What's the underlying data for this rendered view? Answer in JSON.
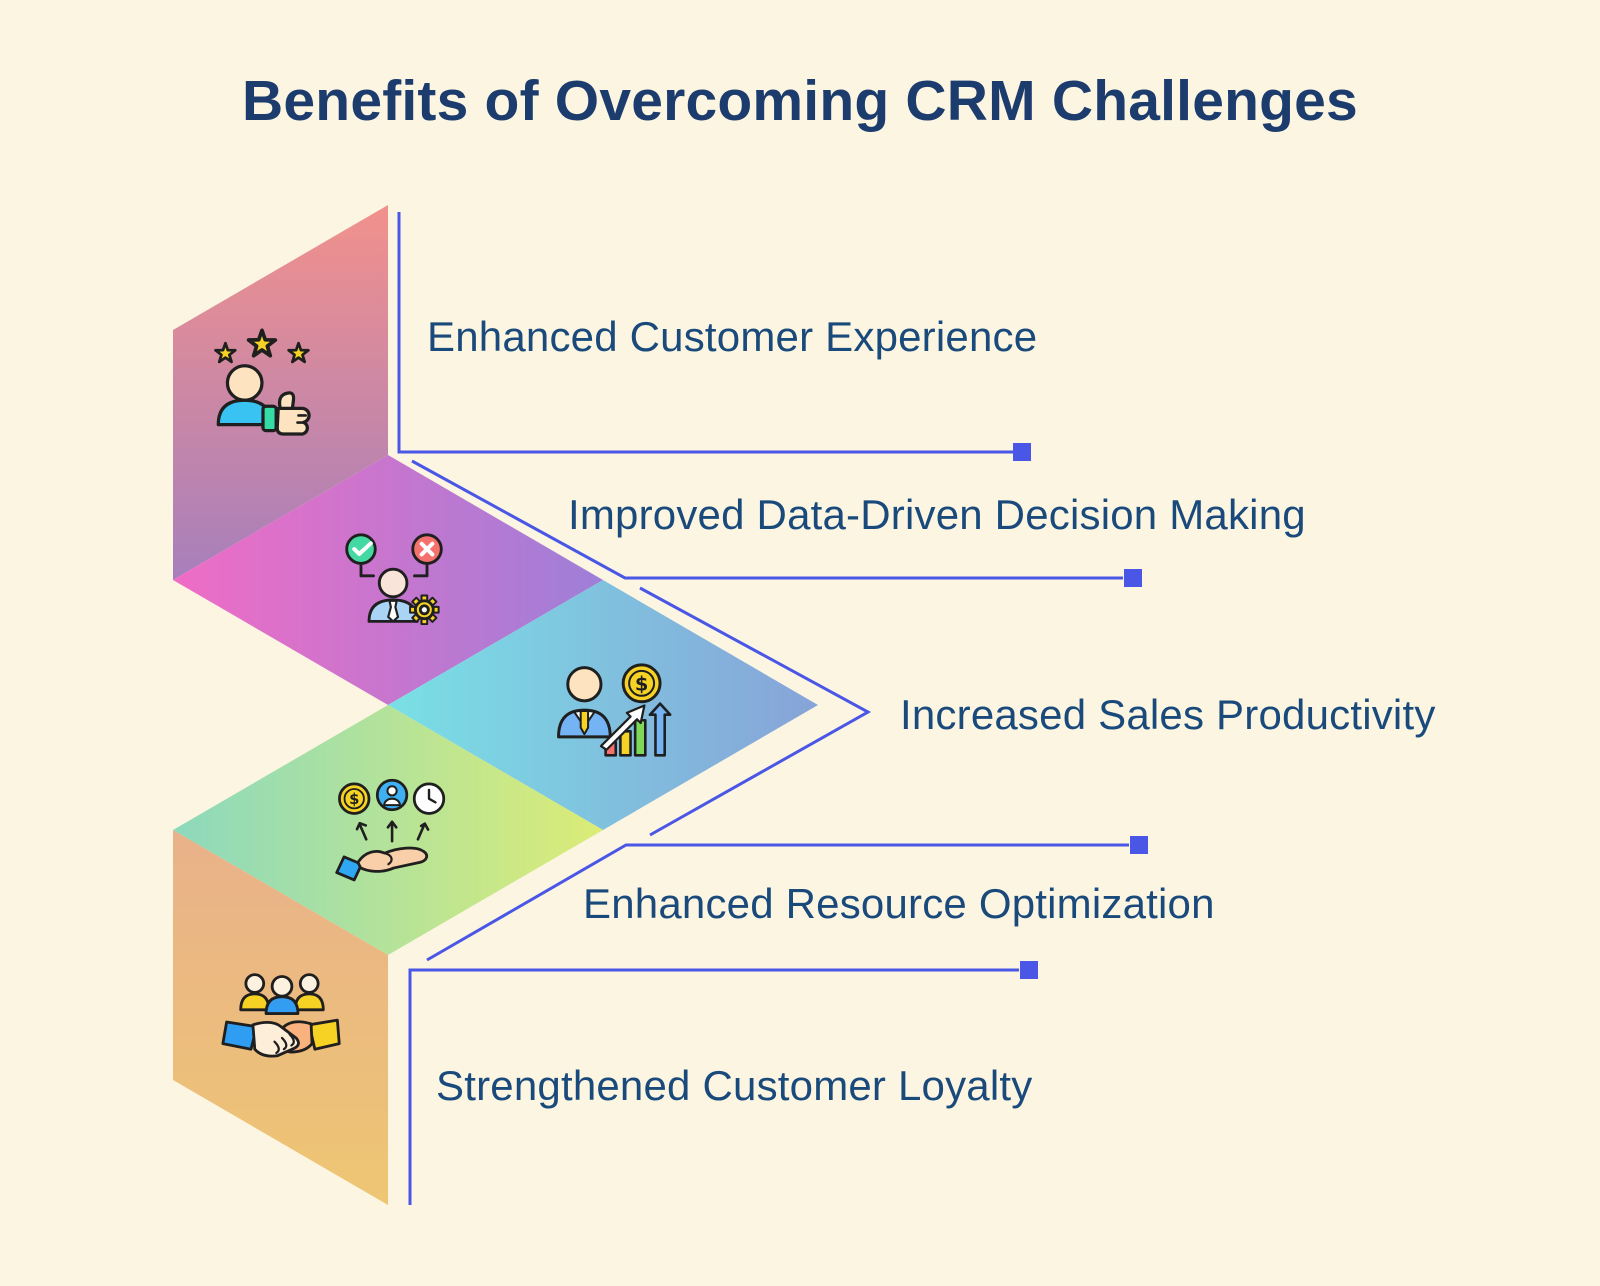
{
  "title": "Benefits of Overcoming CRM Challenges",
  "items": [
    {
      "label": "Enhanced Customer Experience",
      "icon": "customer-rating-thumbs-up-icon",
      "panel_colors": [
        "#f2918c",
        "#a77fbc"
      ]
    },
    {
      "label": "Improved Data-Driven Decision Making",
      "icon": "decision-check-cross-gear-icon",
      "panel_colors": [
        "#f06cc5",
        "#9e7fd8"
      ]
    },
    {
      "label": "Increased Sales Productivity",
      "icon": "salesperson-coin-growth-chart-icon",
      "panel_colors": [
        "#79e0e5",
        "#87a3d8"
      ]
    },
    {
      "label": "Enhanced Resource Optimization",
      "icon": "hand-money-people-time-icon",
      "panel_colors": [
        "#8cd9bd",
        "#dcec76"
      ]
    },
    {
      "label": "Strengthened Customer Loyalty",
      "icon": "handshake-team-icon",
      "panel_colors": [
        "#e9b18a",
        "#eec673"
      ]
    }
  ],
  "colors": {
    "background": "#fbf5e1",
    "title_text": "#1d3c6e",
    "label_text": "#1a4a7c",
    "connector": "#4a57e6"
  }
}
